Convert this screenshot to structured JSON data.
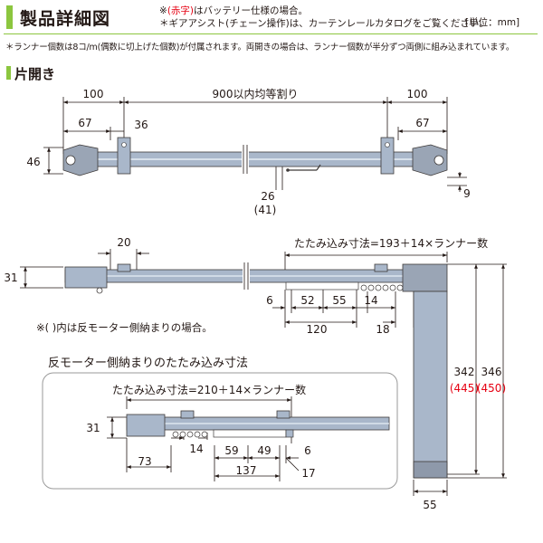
{
  "header": {
    "title": "製品詳細図",
    "note1_prefix": "※",
    "note1_red": "(赤字)",
    "note1_suffix": "はバッテリー仕様の場合。",
    "note2": "＊ギアアシスト(チェーン操作)は、カーテンレールカタログをご覧ください。",
    "unit": "[単位：mm]",
    "runner_note": "＊ランナー個数は8コ/m(偶数に切上げた個数)が付属されます。両開きの場合は、ランナー個数が半分ずつ両側に組み込まれています。"
  },
  "section": {
    "title": "片開き"
  },
  "top_view": {
    "dims": {
      "left_100": "100",
      "center": "900以内均等割り",
      "right_100": "100",
      "left_67": "67",
      "d36": "36",
      "right_67": "67",
      "h46": "46",
      "d9": "9",
      "d26": "26",
      "d41": "(41)"
    }
  },
  "side_view": {
    "dims": {
      "d20": "20",
      "d31": "31",
      "folding_formula": "たたみ込み寸法=193＋14×ランナー数",
      "d6": "6",
      "d52": "52",
      "d55": "55",
      "d14": "14",
      "d120": "120",
      "d18": "18",
      "h342": "342",
      "h346": "346",
      "h445": "(445)",
      "h450": "(450)",
      "w55": "55"
    },
    "note": "※( )内は反モーター側納まりの場合。"
  },
  "reverse_box": {
    "title": "反モーター側納まりのたたみ込み寸法",
    "dims": {
      "folding_formula": "たたみ込み寸法=210＋14×ランナー数",
      "d31": "31",
      "d14": "14",
      "d73": "73",
      "d59": "59",
      "d49": "49",
      "d6": "6",
      "d137": "137",
      "d17": "17"
    }
  },
  "colors": {
    "accent": "#8cc63f",
    "rail": "#a9b7ca",
    "motor": "#9aa5b5",
    "red": "#e60012",
    "box_border": "#9a9a9a"
  }
}
